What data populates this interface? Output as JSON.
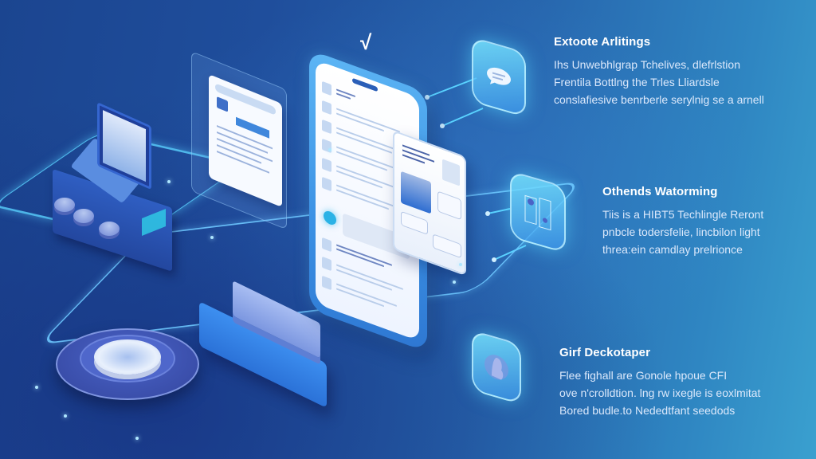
{
  "illustration": {
    "theme": "isometric-tech-workflow",
    "checkmark_glyph": "√",
    "colors": {
      "background_left": "#1b4590",
      "background_right": "#3aa0cf",
      "accent_cyan": "#5ad2ff",
      "phone_blue": "#3a8fe3",
      "text_white": "#ffffff",
      "text_light": "#dbe8fb"
    }
  },
  "features": [
    {
      "title": "Extoote Arlitings",
      "icon": "chat-bubble-icon",
      "lines": [
        "Ihs Unwebhlgrap Tchelives, dlefrlstion",
        "Frentila Bottlng the Trles Lliardsle",
        "conslafiesive benrberle serylnig se a arnell"
      ]
    },
    {
      "title": "Othends Watorming",
      "icon": "circuit-board-icon",
      "lines": [
        "Tiis is a HIBT5 Techlingle Reront",
        "pnbcle todersfelie, lincbilon light",
        "threa:ein camdlay prelrionce"
      ]
    },
    {
      "title": "Girf Deckotaper",
      "icon": "user-profile-icon",
      "lines": [
        "Flee fighall are Gonole hpoue CFI",
        "ove n'crolldtion. lng rw ixegle is eoxlmitat",
        "Bored budle.to Nededtfant seedods"
      ]
    }
  ]
}
